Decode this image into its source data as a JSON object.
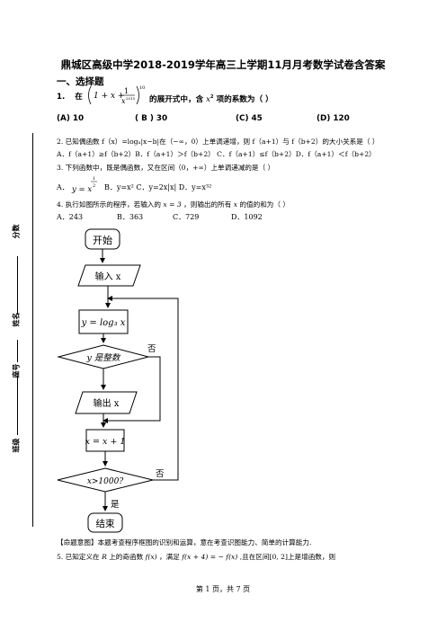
{
  "title": "鼎城区高级中学2018-2019学年高三上学期11月月考数学试卷含答案",
  "section": "一、选择题",
  "q1": {
    "num": "1.",
    "pre": "在",
    "expr_a": "1 + x +",
    "frac_num": "1",
    "frac_den": "x",
    "den_exp": "2015",
    "outer_exp": "10",
    "mid": "的展开式中，含",
    "term": "x",
    "term_exp": "2",
    "post": "项的系数为（          ）",
    "options": [
      "(A)  10",
      "( B )    30",
      "(C)    45",
      "(D)    120"
    ]
  },
  "q2": {
    "line1": "2.   已知偶函数 f（x）=logₐ|x−b|在（−∞，0）上单调递增，则 f（a+1）与 f（b+2）的大小关系是（        ）",
    "line2": "A．f（a+1）≥f（b+2）B．f（a+1）＞f（b+2）    C．f（a+1）≤f（b+2）D．f（a+1）＜f（b+2）"
  },
  "q3": {
    "line1": "3.   下列函数中，既是偶函数，又在区间（0，+∞）上单调递减的是（        ）",
    "optA_pre": "A．",
    "optA_expr": "y = x",
    "optA_exp_num": "1",
    "optA_exp_den": "2",
    "rest": "B．y=x²  C．y=2x|x|     D．y=x³²"
  },
  "q4": {
    "line1_a": "4.   执行如图所示的程序，若输入的",
    "line1_var": "x = 3",
    "line1_b": "，则输出的所有",
    "line1_var2": "x",
    "line1_c": "的值的和为（        ）",
    "options": [
      "A．243",
      "B．363",
      "C．729",
      "D．1092"
    ]
  },
  "flowchart": {
    "start": "开始",
    "input": "输入 x",
    "assign": "y = log₃ x",
    "decision1": "y 是整数",
    "no1": "否",
    "output": "输出 x",
    "increment": "x = x + 1",
    "decision2": "x>1000?",
    "no2": "否",
    "yes": "是",
    "end": "结束"
  },
  "commentary": "【命题意图】本题考查程序框图的识别和运算，意在考查识图能力、简单的计算能力.",
  "q5": {
    "a": "5.   已知定义在",
    "b": "R",
    "c": "上的奇函数",
    "d": "f(x)",
    "e": "，满足",
    "f": "f(x + 4) = − f(x)",
    "g": ",且在区间[0, 2]上是增函数，则"
  },
  "sidebar": {
    "score": "分数",
    "name": "姓名",
    "seat": "座号",
    "class": "班级"
  },
  "footer": "第  1  页，共  7  页"
}
